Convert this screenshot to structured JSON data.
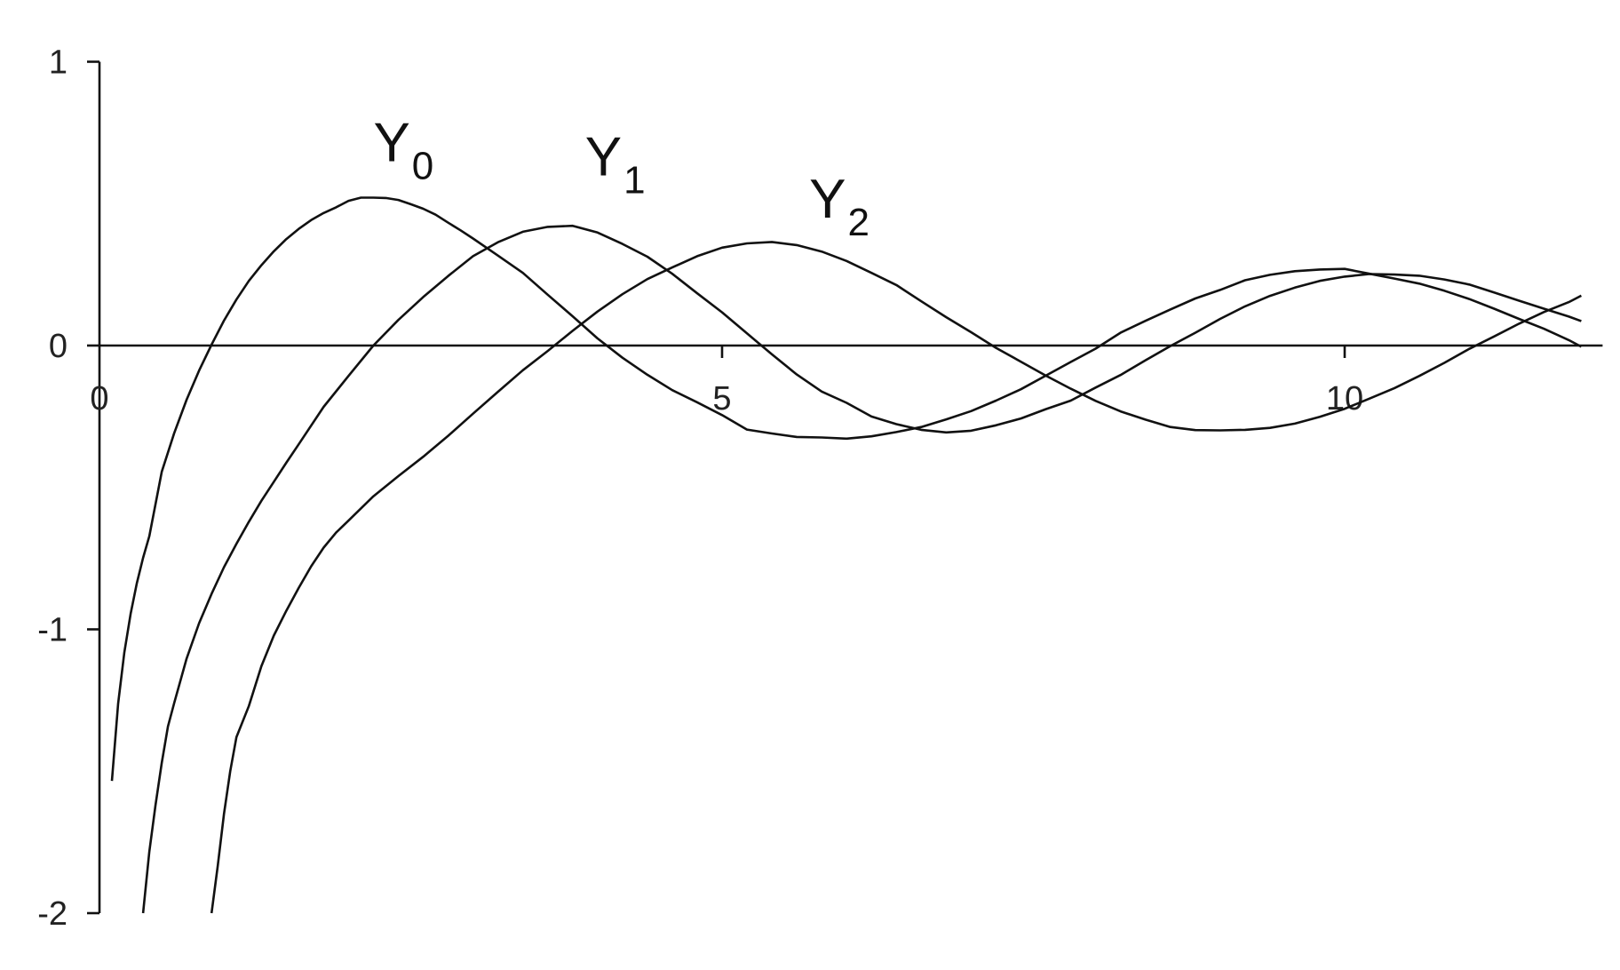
{
  "chart_data": {
    "type": "line",
    "title": "",
    "xlabel": "",
    "ylabel": "",
    "xlim": [
      0,
      12
    ],
    "ylim": [
      -2,
      1
    ],
    "grid": false,
    "legend": "none",
    "x_ticks": [
      {
        "value": 0,
        "label": "0"
      },
      {
        "value": 5,
        "label": "5"
      },
      {
        "value": 10,
        "label": "10"
      }
    ],
    "y_ticks": [
      {
        "value": 1,
        "label": "1"
      },
      {
        "value": 0,
        "label": "0"
      },
      {
        "value": -1,
        "label": "-1"
      },
      {
        "value": -2,
        "label": "-2"
      }
    ],
    "line_color": "#111111",
    "series": [
      {
        "name": "Y0",
        "label_base": "Y",
        "label_sub": "0",
        "label_anchor": [
          2.2,
          0.65
        ],
        "x": [
          0.1,
          0.15,
          0.2,
          0.25,
          0.3,
          0.35,
          0.4,
          0.5,
          0.6,
          0.7,
          0.8,
          0.9,
          1.0,
          1.1,
          1.2,
          1.3,
          1.4,
          1.5,
          1.6,
          1.7,
          1.8,
          1.9,
          2.0,
          2.1,
          2.2,
          2.3,
          2.4,
          2.5,
          2.6,
          2.7,
          2.8,
          2.9,
          3.0,
          3.2,
          3.4,
          3.6,
          3.8,
          4.0,
          4.2,
          4.4,
          4.6,
          4.8,
          5.0,
          5.2,
          5.4,
          5.6,
          5.8,
          6.0,
          6.2,
          6.4,
          6.6,
          6.8,
          7.0,
          7.2,
          7.4,
          7.6,
          7.8,
          8.0,
          8.2,
          8.4,
          8.6,
          8.8,
          9.0,
          9.2,
          9.4,
          9.6,
          9.8,
          10.0,
          10.2,
          10.4,
          10.6,
          10.8,
          11.0,
          11.2,
          11.4,
          11.6,
          11.8,
          11.9
        ],
        "values": [
          -1.534,
          -1.262,
          -1.081,
          -0.945,
          -0.837,
          -0.748,
          -0.672,
          -0.445,
          -0.309,
          -0.191,
          -0.088,
          0.003,
          0.088,
          0.162,
          0.228,
          0.283,
          0.332,
          0.375,
          0.411,
          0.442,
          0.467,
          0.487,
          0.51,
          0.521,
          0.521,
          0.52,
          0.513,
          0.498,
          0.482,
          0.461,
          0.433,
          0.406,
          0.377,
          0.317,
          0.256,
          0.179,
          0.103,
          0.025,
          -0.043,
          -0.103,
          -0.157,
          -0.2,
          -0.245,
          -0.296,
          -0.31,
          -0.322,
          -0.324,
          -0.328,
          -0.32,
          -0.305,
          -0.287,
          -0.26,
          -0.231,
          -0.194,
          -0.154,
          -0.106,
          -0.058,
          -0.011,
          0.045,
          0.087,
          0.127,
          0.166,
          0.196,
          0.23,
          0.249,
          0.262,
          0.268,
          0.27,
          0.253,
          0.236,
          0.218,
          0.193,
          0.164,
          0.13,
          0.094,
          0.059,
          0.019,
          -0.004
        ]
      },
      {
        "name": "Y1",
        "label_base": "Y",
        "label_sub": "1",
        "label_anchor": [
          3.9,
          0.6
        ],
        "x": [
          0.35,
          0.4,
          0.45,
          0.5,
          0.55,
          0.6,
          0.7,
          0.8,
          0.9,
          1.0,
          1.1,
          1.2,
          1.3,
          1.4,
          1.5,
          1.6,
          1.8,
          2.0,
          2.2,
          2.4,
          2.6,
          2.8,
          3.0,
          3.2,
          3.4,
          3.6,
          3.8,
          4.0,
          4.2,
          4.4,
          4.6,
          4.8,
          5.0,
          5.2,
          5.4,
          5.6,
          5.8,
          6.0,
          6.2,
          6.4,
          6.6,
          6.8,
          7.0,
          7.2,
          7.4,
          7.6,
          7.8,
          8.0,
          8.2,
          8.4,
          8.6,
          8.8,
          9.0,
          9.2,
          9.4,
          9.6,
          9.8,
          10.0,
          10.2,
          10.4,
          10.6,
          10.8,
          11.0,
          11.2,
          11.4,
          11.6,
          11.8,
          11.9
        ],
        "values": [
          -2.0,
          -1.784,
          -1.619,
          -1.471,
          -1.342,
          -1.26,
          -1.103,
          -0.978,
          -0.875,
          -0.781,
          -0.699,
          -0.621,
          -0.547,
          -0.48,
          -0.413,
          -0.348,
          -0.216,
          -0.107,
          0.0,
          0.09,
          0.171,
          0.245,
          0.315,
          0.364,
          0.401,
          0.418,
          0.422,
          0.398,
          0.358,
          0.313,
          0.253,
          0.184,
          0.117,
          0.043,
          -0.031,
          -0.102,
          -0.162,
          -0.202,
          -0.25,
          -0.277,
          -0.297,
          -0.306,
          -0.3,
          -0.281,
          -0.257,
          -0.224,
          -0.194,
          -0.148,
          -0.104,
          -0.052,
          -0.002,
          0.045,
          0.094,
          0.138,
          0.175,
          0.204,
          0.228,
          0.243,
          0.252,
          0.25,
          0.246,
          0.233,
          0.215,
          0.187,
          0.158,
          0.13,
          0.102,
          0.086
        ]
      },
      {
        "name": "Y2",
        "label_base": "Y",
        "label_sub": "2",
        "label_anchor": [
          5.7,
          0.45
        ],
        "x": [
          0.9,
          0.95,
          1.0,
          1.05,
          1.1,
          1.2,
          1.3,
          1.4,
          1.5,
          1.6,
          1.7,
          1.8,
          1.9,
          2.0,
          2.2,
          2.4,
          2.6,
          2.8,
          3.0,
          3.2,
          3.4,
          3.6,
          3.8,
          4.0,
          4.2,
          4.4,
          4.6,
          4.8,
          5.0,
          5.2,
          5.4,
          5.6,
          5.8,
          6.0,
          6.2,
          6.4,
          6.6,
          6.8,
          7.0,
          7.2,
          7.4,
          7.6,
          7.8,
          8.0,
          8.2,
          8.4,
          8.6,
          8.8,
          9.0,
          9.2,
          9.4,
          9.6,
          9.8,
          10.0,
          10.2,
          10.4,
          10.6,
          10.8,
          11.0,
          11.2,
          11.4,
          11.6,
          11.8,
          11.9
        ],
        "values": [
          -2.0,
          -1.833,
          -1.65,
          -1.5,
          -1.38,
          -1.27,
          -1.13,
          -1.022,
          -0.935,
          -0.854,
          -0.778,
          -0.712,
          -0.659,
          -0.617,
          -0.531,
          -0.46,
          -0.392,
          -0.318,
          -0.24,
          -0.163,
          -0.087,
          -0.019,
          0.052,
          0.12,
          0.181,
          0.234,
          0.275,
          0.315,
          0.345,
          0.36,
          0.365,
          0.354,
          0.331,
          0.298,
          0.256,
          0.213,
          0.156,
          0.1,
          0.047,
          -0.008,
          -0.057,
          -0.106,
          -0.152,
          -0.195,
          -0.232,
          -0.261,
          -0.287,
          -0.298,
          -0.299,
          -0.297,
          -0.29,
          -0.275,
          -0.251,
          -0.223,
          -0.187,
          -0.15,
          -0.107,
          -0.061,
          -0.012,
          0.032,
          0.077,
          0.118,
          0.153,
          0.176
        ]
      }
    ]
  }
}
